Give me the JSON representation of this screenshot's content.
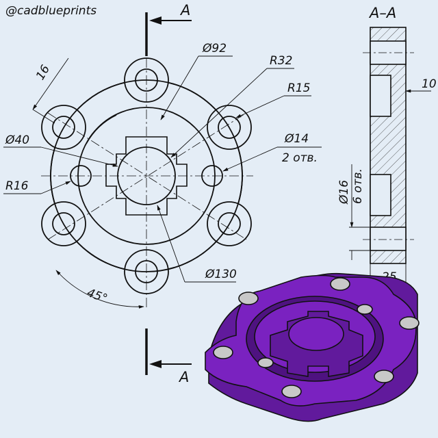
{
  "watermark": "@cadblueprints",
  "section_marker": "A",
  "section_title": "A–A",
  "dimensions": {
    "d92": "Ø92",
    "r32": "R32",
    "r15": "R15",
    "d40": "Ø40",
    "d14": "Ø14",
    "d14_note": "2 отв.",
    "r16": "R16",
    "d130": "Ø130",
    "angle": "45°",
    "len16": "16",
    "len10": "10",
    "d16": "Ø16",
    "d16_note": "6 отв.",
    "len25": "25"
  },
  "colors": {
    "background": "#e4edf6",
    "line": "#111111",
    "part": "#7a22c0",
    "part_dark": "#4e1280",
    "part_side": "#611a9c",
    "hole": "#c8c8c8"
  }
}
